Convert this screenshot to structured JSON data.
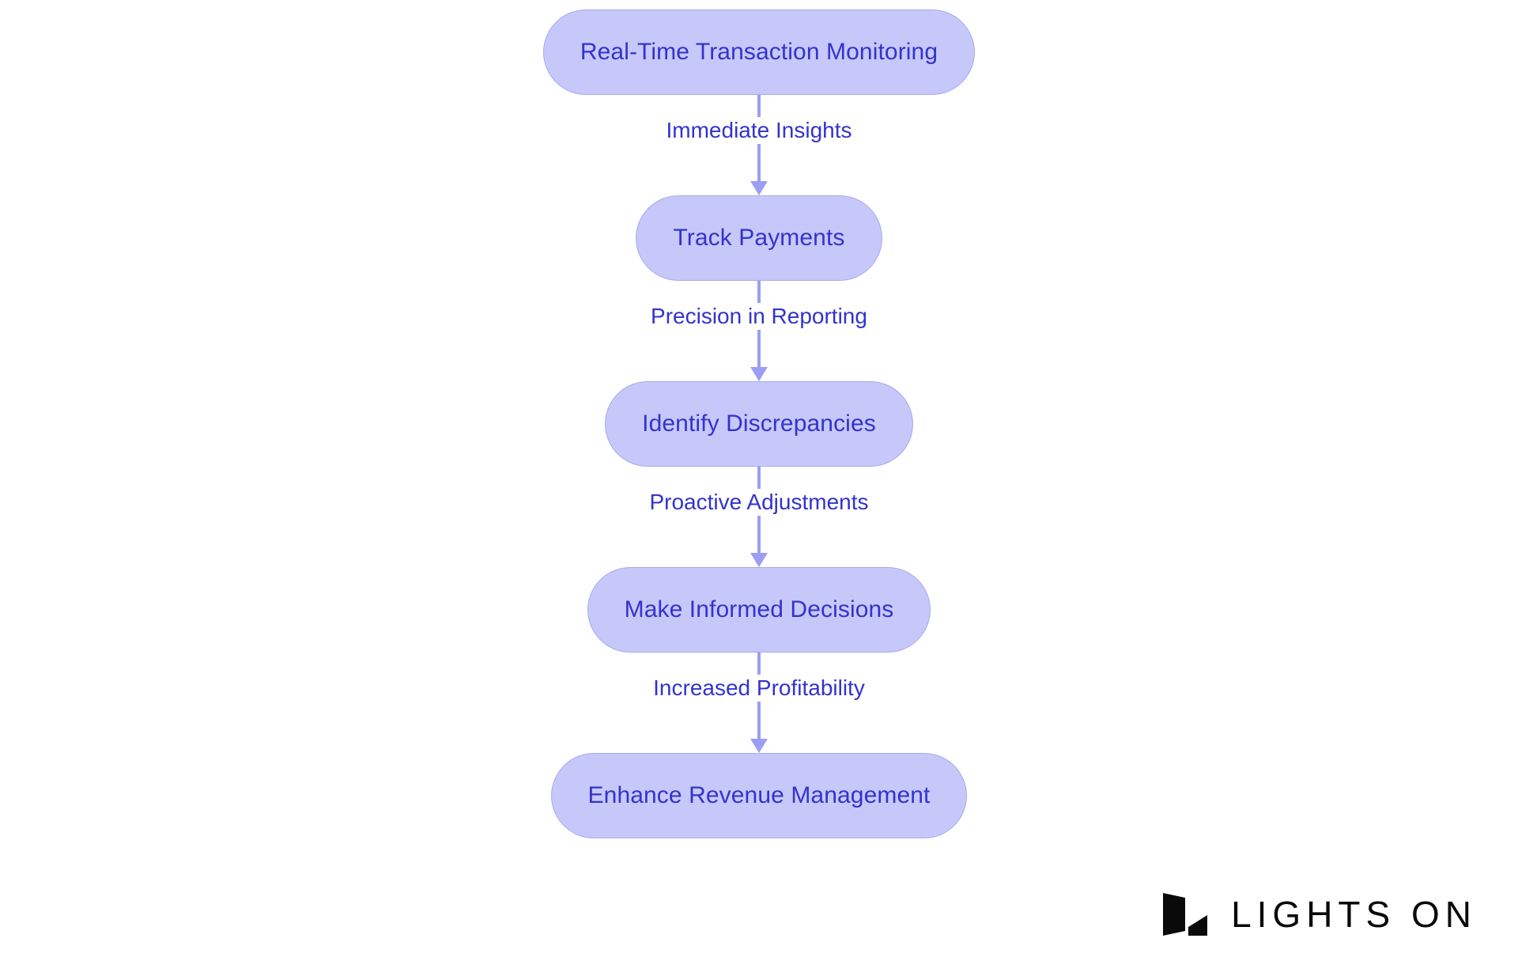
{
  "page": {
    "background_color": "#ffffff",
    "title": "Real-Time Transaction Monitoring Flowchart"
  },
  "theme": {
    "node_fill": "#c6c8fa",
    "node_border": "#a7aaf0",
    "node_text": "#3333cc",
    "edge_color": "#9b9ef2",
    "edge_label_text": "#3333cc",
    "logo_color": "#0a0a0a"
  },
  "flowchart": {
    "orientation": "vertical-top-to-bottom",
    "nodes": [
      {
        "id": "n1",
        "label": "Real-Time Transaction Monitoring",
        "shape": "stadium"
      },
      {
        "id": "n2",
        "label": "Track Payments",
        "shape": "stadium"
      },
      {
        "id": "n3",
        "label": "Identify Discrepancies",
        "shape": "stadium"
      },
      {
        "id": "n4",
        "label": "Make Informed Decisions",
        "shape": "stadium"
      },
      {
        "id": "n5",
        "label": "Enhance Revenue Management",
        "shape": "stadium"
      }
    ],
    "edges": [
      {
        "id": "e1",
        "from": "n1",
        "to": "n2",
        "label": "Immediate Insights"
      },
      {
        "id": "e2",
        "from": "n2",
        "to": "n3",
        "label": "Precision in Reporting"
      },
      {
        "id": "e3",
        "from": "n3",
        "to": "n4",
        "label": "Proactive Adjustments"
      },
      {
        "id": "e4",
        "from": "n4",
        "to": "n5",
        "label": "Increased Profitability"
      }
    ]
  },
  "branding": {
    "logo_text": "LIGHTS ON",
    "logo_mark_name": "lights-on-mark"
  }
}
